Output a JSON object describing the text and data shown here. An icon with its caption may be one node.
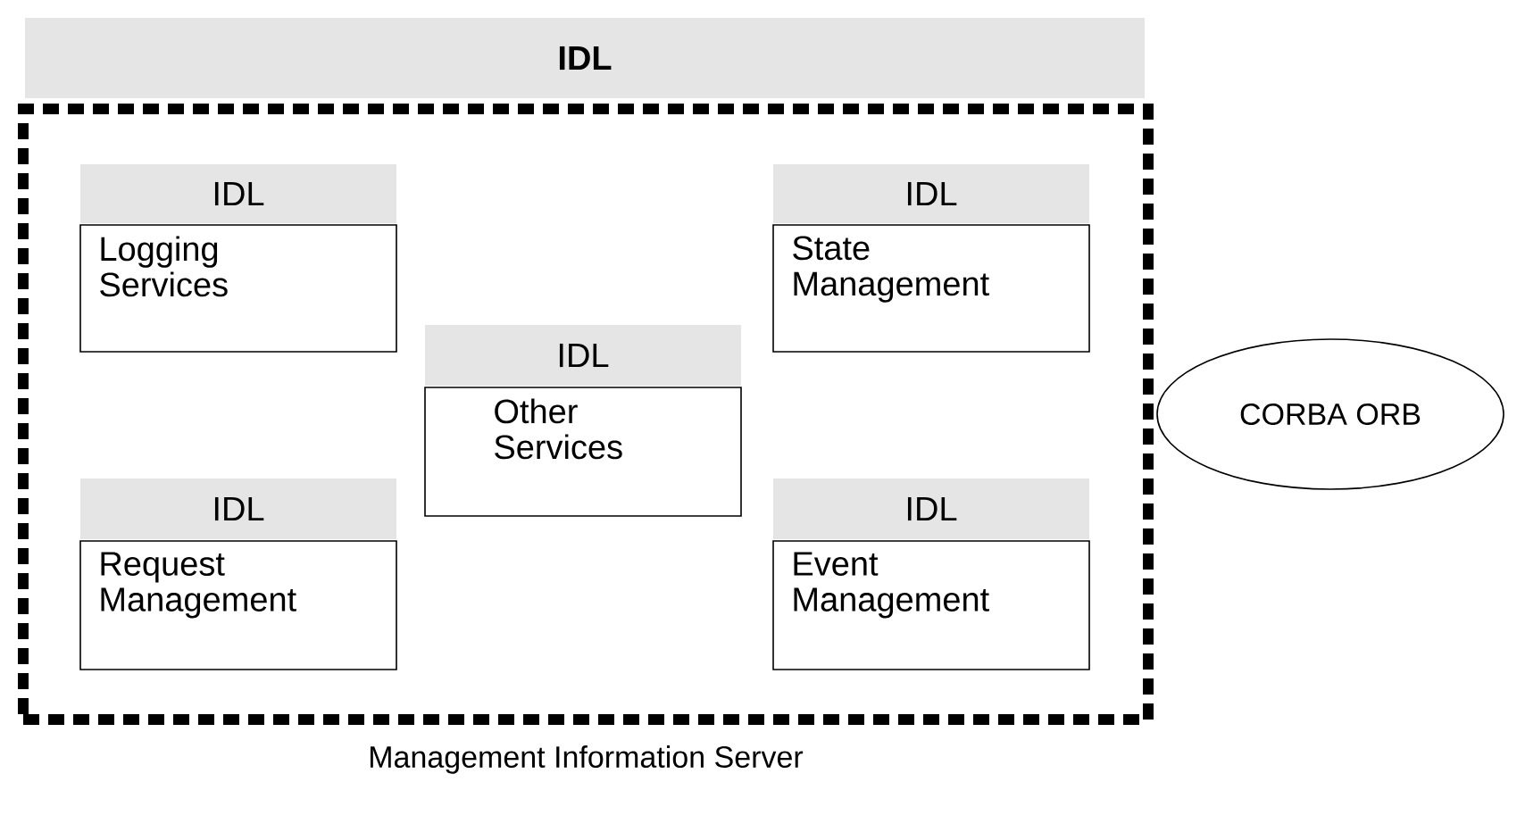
{
  "diagram": {
    "nodes": [
      {
        "text": [
          "IDL"
        ]
      },
      {
        "text": [
          "Management Information Server"
        ]
      },
      {
        "text": [
          "IDL"
        ],
        "in": 1
      },
      {
        "text": [
          "Logging Services"
        ],
        "in": 1
      },
      {
        "text": [
          "IDL"
        ],
        "in": 1
      },
      {
        "text": [
          "State Management"
        ],
        "in": 1
      },
      {
        "text": [
          "IDL"
        ],
        "in": 1
      },
      {
        "text": [
          "Other Services"
        ],
        "in": 1
      },
      {
        "text": [
          "IDL"
        ],
        "in": 1
      },
      {
        "text": [
          "Request Management"
        ],
        "in": 1
      },
      {
        "text": [
          "IDL"
        ],
        "in": 1
      },
      {
        "text": [
          "Event Management"
        ],
        "in": 1
      },
      {
        "text": [
          "CORBA ORB"
        ]
      }
    ]
  }
}
